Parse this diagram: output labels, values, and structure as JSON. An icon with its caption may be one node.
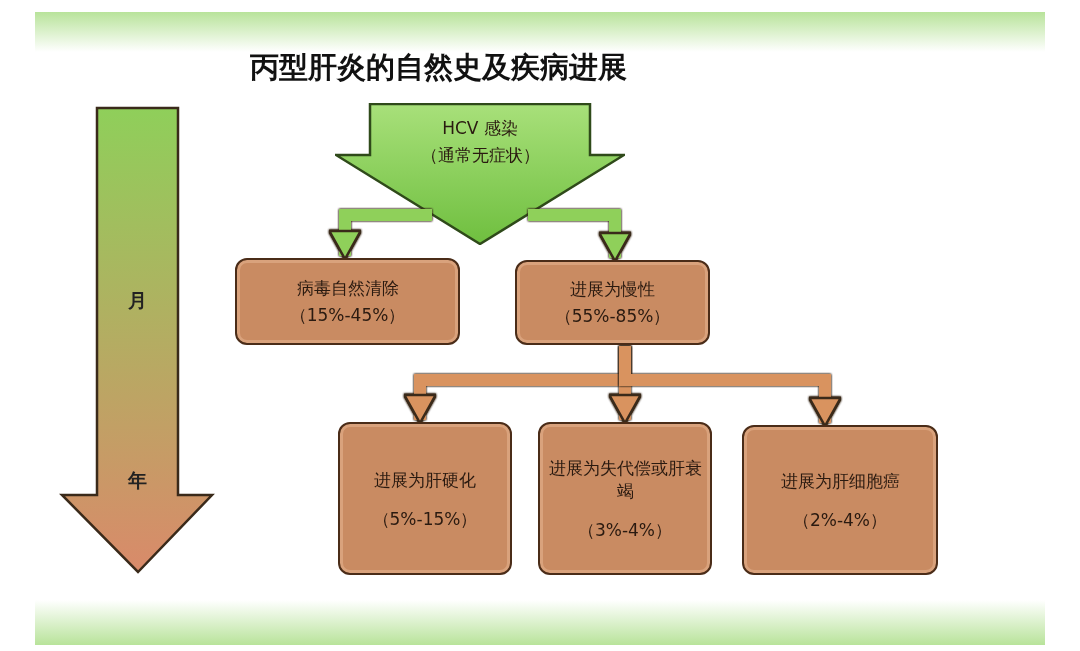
{
  "diagram": {
    "title": "丙型肝炎的自然史及疾病进展",
    "nodes": [
      {
        "text": [
          "HCV 感染",
          "（通常无症状）"
        ]
      },
      {
        "text": [
          "病毒自然清除",
          "（15%-45%）"
        ]
      },
      {
        "text": [
          "进展为慢性",
          "（55%-85%）"
        ]
      },
      {
        "text": [
          "进展为肝硬化",
          "（5%-15%）"
        ]
      },
      {
        "text": [
          "进展为失代偿或肝衰竭",
          "（3%-4%）"
        ]
      },
      {
        "text": [
          "进展为肝细胞癌",
          "（2%-4%）"
        ]
      }
    ],
    "edges": [
      {
        "from": 0,
        "to": 1,
        "arrow": "to",
        "color": "#8fd05a"
      },
      {
        "from": 0,
        "to": 2,
        "arrow": "to",
        "color": "#8fd05a"
      },
      {
        "from": 2,
        "to": 3,
        "arrow": "to"
      },
      {
        "from": 2,
        "to": 4,
        "arrow": "to"
      },
      {
        "from": 2,
        "to": 5,
        "arrow": "to"
      }
    ],
    "labels": [
      "月",
      "年"
    ]
  }
}
